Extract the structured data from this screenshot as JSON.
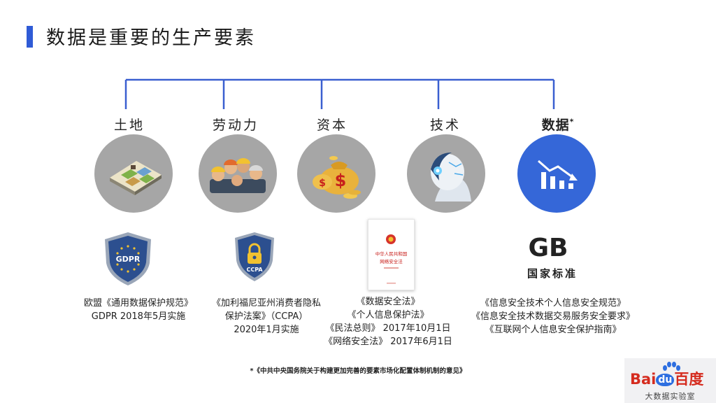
{
  "title": "数据是重要的生产要素",
  "factors": [
    {
      "label": "土地",
      "icon": "land-icon"
    },
    {
      "label": "劳动力",
      "icon": "workers-icon"
    },
    {
      "label": "资本",
      "icon": "money-bag-icon"
    },
    {
      "label": "技术",
      "icon": "robot-icon"
    },
    {
      "label": "数据",
      "note_mark": "*",
      "icon": "chart-trend-icon"
    }
  ],
  "laws": [
    {
      "badge": "GDPR",
      "lines": [
        "欧盟《通用数据保护规范》",
        "GDPR 2018年5月实施"
      ]
    },
    {
      "badge": "CCPA",
      "lines": [
        "《加利福尼亚州消费者隐私",
        "保护法案》（CCPA）",
        "2020年1月实施"
      ]
    },
    {
      "book_text": [
        "中华人民共和国",
        "网络安全法"
      ],
      "lines": [
        "《数据安全法》",
        "《个人信息保护法》",
        "《民法总则》 2017年10月1日",
        "《网络安全法》 2017年6月1日"
      ]
    },
    {
      "logo": "GB",
      "logo_caption": "国家标准",
      "lines": [
        "《信息安全技术个人信息安全规范》",
        "《信息安全技术数据交易服务安全要求》",
        "《互联网个人信息安全保护指南》"
      ]
    }
  ],
  "footnote": "*《中共中央国务院关于构建更加完善的要素市场化配置体制机制的意见》",
  "branding": {
    "logo_text_1": "Bai",
    "logo_text_du": "du",
    "logo_text_2": "百度",
    "subtitle": "大数据实验室"
  },
  "colors": {
    "accent": "#2f5bd6",
    "circle_gray": "#a6a6a6",
    "circle_blue": "#3567d8",
    "shield_blue": "#2c4f8f",
    "baidu_red": "#d52b1e"
  }
}
